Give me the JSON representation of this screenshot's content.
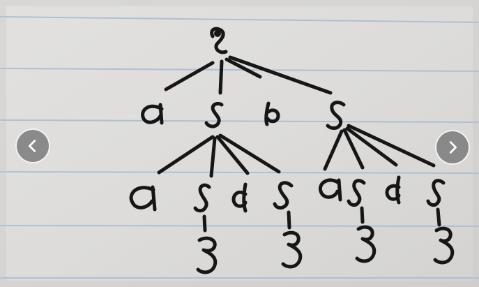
{
  "photo": {
    "subject": "handwritten-parse-tree",
    "nodes": {
      "root": "S",
      "level1": [
        "a",
        "S",
        "b",
        "S"
      ],
      "level2_left": [
        "a",
        "S",
        "b",
        "S"
      ],
      "level2_right": [
        "a",
        "S",
        "b",
        "S"
      ],
      "epsilon": [
        "ε",
        "ε",
        "ε",
        "ε"
      ]
    }
  },
  "nav": {
    "prev_icon": "chevron-left-icon",
    "next_icon": "chevron-right-icon"
  }
}
